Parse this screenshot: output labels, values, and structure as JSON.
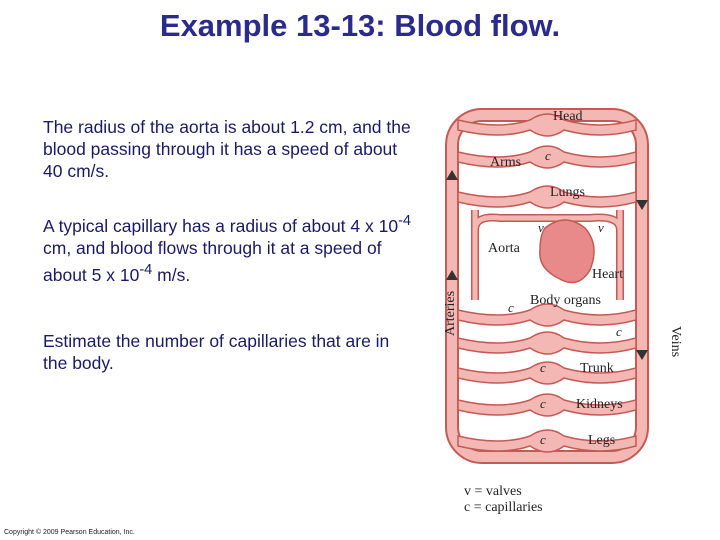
{
  "slide": {
    "title": "Example 13-13: Blood flow.",
    "copyright": "Copyright © 2009 Pearson Education, Inc."
  },
  "body": {
    "para1": {
      "text": "The radius of the aorta is about 1.2 cm, and the blood passing through it has a speed of about 40 cm/s."
    },
    "para2": {
      "a": "A typical capillary has a radius of about 4 x 10",
      "a_sup": "-4",
      "b": " cm, and blood flows through it at a speed of about 5 x 10",
      "b_sup": "-4",
      "c": " m/s."
    },
    "para3": {
      "text": "Estimate the number of capillaries that are in the body."
    }
  },
  "diagram": {
    "labels": {
      "head": "Head",
      "arms": "Arms",
      "lungs": "Lungs",
      "aorta": "Aorta",
      "heart": "Heart",
      "body_organs": "Body organs",
      "trunk": "Trunk",
      "kidneys": "Kidneys",
      "legs": "Legs",
      "arteries": "Arteries",
      "veins": "Veins"
    },
    "marks": {
      "c": "c",
      "v": "v"
    },
    "legend": {
      "valves": "v = valves",
      "capillaries": "c = capillaries"
    },
    "colors": {
      "vessel_fill": "#f4b8b4",
      "vessel_stroke": "#c45a55",
      "heart": "#e88a8a",
      "title": "#2b2b8c",
      "text": "#1a1a66"
    }
  }
}
